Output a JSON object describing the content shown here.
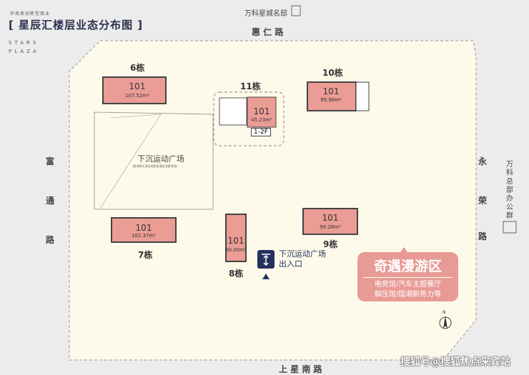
{
  "header": {
    "subtitle": "环商务创新型商业",
    "title": "[ 星辰汇楼层业态分布图 ]",
    "brand_line1": "STARS",
    "brand_line2": "PLAZA"
  },
  "landmarks": {
    "top": "万科星城名邸",
    "right": "万科总部办公群"
  },
  "roads": {
    "north": "惠 仁 路",
    "south": "上 星 南 路",
    "west": [
      "富",
      "通",
      "路"
    ],
    "east": [
      "永",
      "荣",
      "路"
    ]
  },
  "plaza": {
    "title": "下沉运动广场",
    "note": "(星海微天演出电影星通运动营场地)"
  },
  "buildings": [
    {
      "name": "6栋",
      "unit": "101",
      "area": "107.52m²"
    },
    {
      "name": "11栋",
      "unit": "101",
      "area": "45.23m²",
      "floors": "1-2F"
    },
    {
      "name": "10栋",
      "unit": "101",
      "area": "99.96m²"
    },
    {
      "name": "7栋",
      "unit": "101",
      "area": "102.37m²"
    },
    {
      "name": "8栋",
      "unit": "101",
      "area": "60.00m²"
    },
    {
      "name": "9栋",
      "unit": "101",
      "area": "99.28m²"
    }
  ],
  "entrance": {
    "line1": "下沉运动广场",
    "line2": "出入口"
  },
  "zone": {
    "title": "奇遇漫游区",
    "line1": "电竞馆/汽车主题餐厅",
    "line2": "解压馆/国潮新势力等"
  },
  "compass": "N",
  "watermark": "搜狐号@搜狐焦点来宾站",
  "colors": {
    "unit": "#eb9c95",
    "site": "#fdfaea",
    "title": "#2b3050",
    "entrance": "#26325e"
  }
}
